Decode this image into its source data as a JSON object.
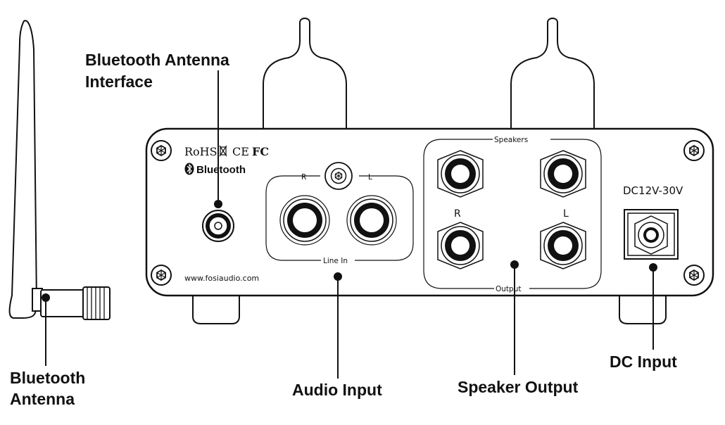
{
  "labels": {
    "bt_antenna_interface_l1": "Bluetooth Antenna",
    "bt_antenna_interface_l2": "Interface",
    "bt_antenna_l1": "Bluetooth",
    "bt_antenna_l2": "Antenna",
    "audio_input": "Audio Input",
    "speaker_output": "Speaker Output",
    "dc_input": "DC Input"
  },
  "panel": {
    "rohs": "RoHS",
    "ce": "CE",
    "fc": "FC",
    "bluetooth": "Bluetooth",
    "url": "www.fosiaudio.com",
    "line_in_top_r": "R",
    "line_in_top_l": "L",
    "line_in": "Line In",
    "speakers": "Speakers",
    "speaker_r": "R",
    "speaker_l": "L",
    "output": "Output",
    "dc_rating": "DC12V-30V"
  },
  "icons": [
    "screw-icon",
    "bluetooth-icon",
    "waste-bin-icon"
  ]
}
